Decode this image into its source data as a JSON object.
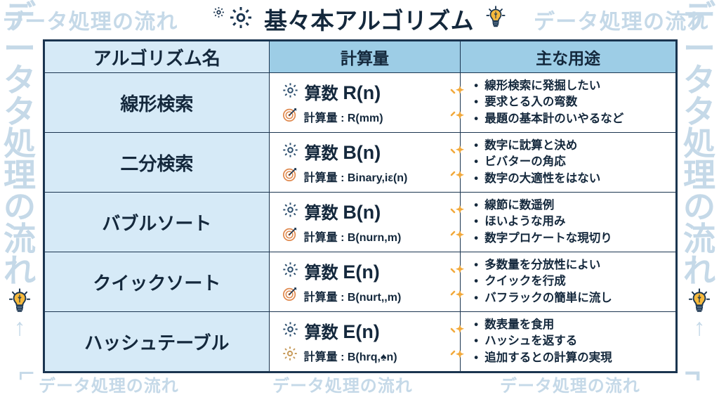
{
  "title": {
    "text": "基々本アルゴリズム",
    "left_icon_small": "gear-icon",
    "left_icon_large": "gear-icon",
    "right_icon": "lightbulb-icon"
  },
  "watermarks": {
    "text": "データ処理の流れ",
    "vertical_chars": [
      "デ",
      "ー",
      "タ",
      "タ",
      "処",
      "理",
      "の",
      "流",
      "れ"
    ],
    "color": "#c5d9e8",
    "bottom_repeats": 3,
    "corner_hook_left": "⌐",
    "corner_hook_right": "¬"
  },
  "table": {
    "headers": [
      "アルゴリズム名",
      "計算量",
      "主な用途"
    ],
    "header_bg": "#9dcde6",
    "name_cell_bg": "#d6eaf7",
    "border_color": "#1b3550",
    "rows": [
      {
        "name": "線形検索",
        "cost_icon": "gear-icon",
        "cost_label": "算数",
        "cost_value": "R(n)",
        "detail_icon": "target-icon",
        "detail": "計算量 : R(mm)",
        "arrow": "gradient-arrow-icon",
        "uses": [
          "線形検索に発掘したい",
          "要求とる入の弯数",
          "最題の基本計のいやるなど"
        ]
      },
      {
        "name": "二分検索",
        "cost_icon": "gear-icon",
        "cost_label": "算数",
        "cost_value": "B(n)",
        "detail_icon": "target-icon",
        "detail": "計算量 : Binary,iε(n)",
        "arrow": "gradient-arrow-icon",
        "uses": [
          "数字に訦算と決め",
          "ビバターの角応",
          "数字の大適性をはない"
        ]
      },
      {
        "name": "バブルソート",
        "cost_icon": "gear-icon",
        "cost_label": "算数",
        "cost_value": "B(n)",
        "detail_icon": "target-icon",
        "detail": "計算量 : B(nurn,m)",
        "arrow": "gradient-arrow-icon",
        "uses": [
          "線節に数遥例",
          "ほいような用み",
          "数字プロケートな現切り"
        ]
      },
      {
        "name": "クイックソート",
        "cost_icon": "gear-icon",
        "cost_label": "算数",
        "cost_value": "E(n)",
        "detail_icon": "target-icon",
        "detail": "計算量 : B(nurt,,m)",
        "arrow": "gradient-arrow-icon",
        "uses": [
          "多数量を分放性によい",
          "クイックを行成",
          "バフラックの簡単に流し"
        ]
      },
      {
        "name": "ハッシュテーブル",
        "cost_icon": "gear-icon",
        "cost_label": "算数",
        "cost_value": "E(n)",
        "detail_icon": "gear-icon",
        "detail": "計算量 : B(hrq,♠n)",
        "arrow": "gradient-arrow-icon",
        "uses": [
          "数表量を食用",
          "ハッシュを返する",
          "追加するとの計算の実現"
        ]
      }
    ]
  }
}
